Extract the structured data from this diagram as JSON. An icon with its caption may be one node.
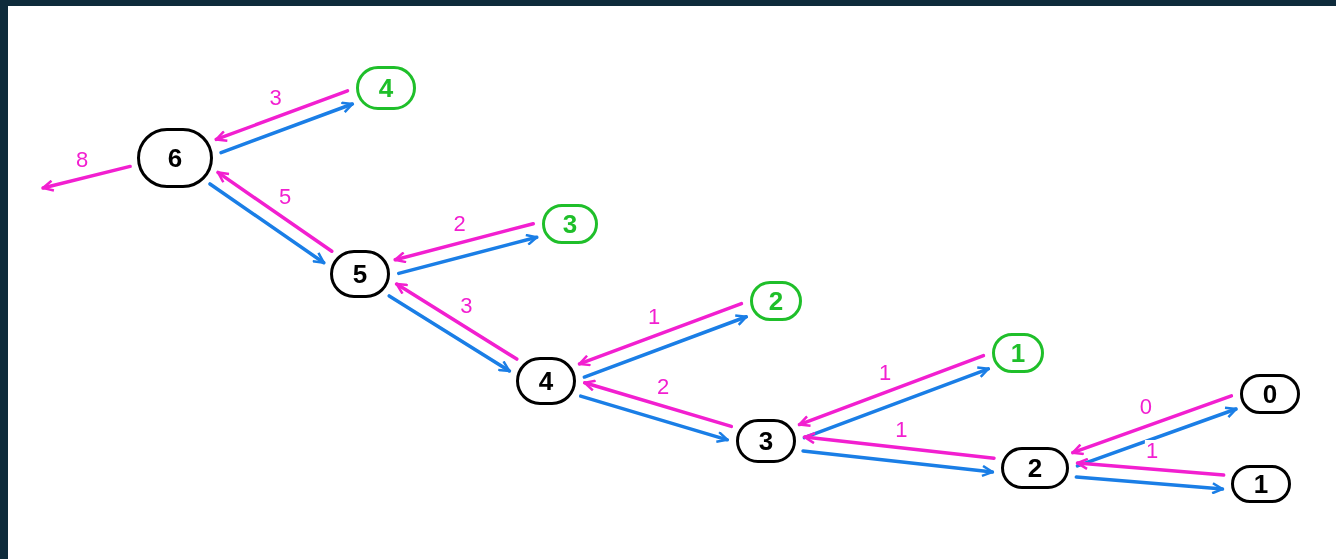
{
  "diagram": {
    "nodes": [
      {
        "text": [
          "6"
        ]
      },
      {
        "text": [
          "4"
        ]
      },
      {
        "text": [
          "5"
        ]
      },
      {
        "text": [
          "3"
        ]
      },
      {
        "text": [
          "4"
        ]
      },
      {
        "text": [
          "2"
        ]
      },
      {
        "text": [
          "3"
        ]
      },
      {
        "text": [
          "1"
        ]
      },
      {
        "text": [
          "2"
        ]
      },
      {
        "text": [
          "0"
        ]
      },
      {
        "text": [
          "1"
        ]
      }
    ],
    "edges": [
      {
        "from": 0,
        "to": 1,
        "arrow": "to",
        "color": "#1a7ee6"
      },
      {
        "from": 1,
        "to": 0,
        "arrow": "to",
        "label": "3"
      },
      {
        "from": 0,
        "to": 2,
        "arrow": "to",
        "color": "#1a7ee6"
      },
      {
        "from": 2,
        "to": 0,
        "arrow": "to",
        "label": "5"
      },
      {
        "from": 2,
        "to": 3,
        "arrow": "to",
        "color": "#1a7ee6"
      },
      {
        "from": 3,
        "to": 2,
        "arrow": "to",
        "label": "2"
      },
      {
        "from": 2,
        "to": 4,
        "arrow": "to",
        "color": "#1a7ee6"
      },
      {
        "from": 4,
        "to": 2,
        "arrow": "to",
        "label": "3"
      },
      {
        "from": 4,
        "to": 5,
        "arrow": "to",
        "color": "#1a7ee6"
      },
      {
        "from": 5,
        "to": 4,
        "arrow": "to",
        "label": "1"
      },
      {
        "from": 4,
        "to": 6,
        "arrow": "to",
        "color": "#1a7ee6"
      },
      {
        "from": 6,
        "to": 4,
        "arrow": "to",
        "label": "2"
      },
      {
        "from": 6,
        "to": 7,
        "arrow": "to",
        "color": "#1a7ee6"
      },
      {
        "from": 7,
        "to": 6,
        "arrow": "to",
        "label": "1"
      },
      {
        "from": 6,
        "to": 8,
        "arrow": "to",
        "color": "#1a7ee6"
      },
      {
        "from": 8,
        "to": 6,
        "arrow": "to",
        "label": "1"
      },
      {
        "from": 8,
        "to": 9,
        "arrow": "to",
        "color": "#1a7ee6"
      },
      {
        "from": 9,
        "to": 8,
        "arrow": "to",
        "label": "0"
      },
      {
        "from": 8,
        "to": 10,
        "arrow": "to",
        "color": "#1a7ee6"
      },
      {
        "from": 10,
        "to": 8,
        "arrow": "to",
        "label": "1"
      },
      {
        "from": 0,
        "to": null,
        "arrow": "to",
        "label": "8"
      }
    ]
  }
}
